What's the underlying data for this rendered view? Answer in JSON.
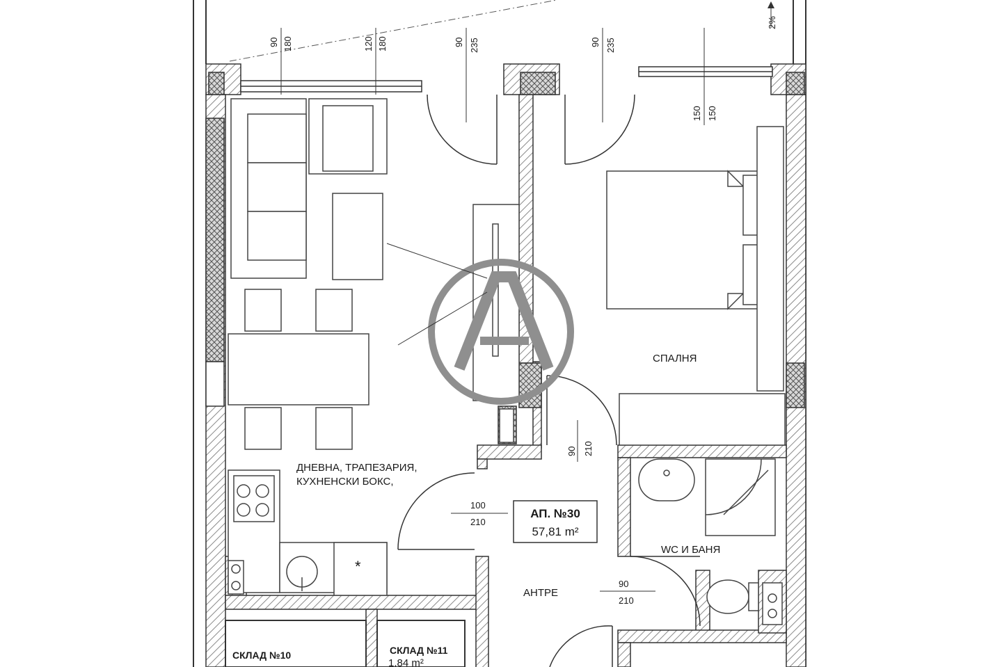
{
  "rooms": {
    "living": [
      "ДНЕВНА, ТРАПЕЗАРИЯ,",
      "КУХНЕНСКИ БОКС,"
    ],
    "bedroom": "СПАЛНЯ",
    "bathroom": "WC И БАНЯ",
    "entrance": "АНТРЕ"
  },
  "apartment": {
    "title": "АП. №30",
    "area": "57,81 m²"
  },
  "storages": [
    {
      "label": "СКЛАД №10",
      "area": ""
    },
    {
      "label": "СКЛАД №11",
      "area": "1,84 m²"
    }
  ],
  "dimensions": {
    "win1": [
      "90",
      "180"
    ],
    "win2": [
      "120",
      "180"
    ],
    "door_balcony_left": [
      "90",
      "235"
    ],
    "door_balcony_right": [
      "90",
      "235"
    ],
    "win_bedroom": [
      "150",
      "150"
    ],
    "door_bedroom": [
      "90",
      "210"
    ],
    "door_entry": [
      "100",
      "210"
    ],
    "door_bath": [
      "90",
      "210"
    ]
  },
  "slope": "2%",
  "fridge_mark": "*",
  "colors": {
    "wall_hatch": "#9a9a9a",
    "line": "#2a2a2a",
    "logo": "#8f8f8f"
  }
}
